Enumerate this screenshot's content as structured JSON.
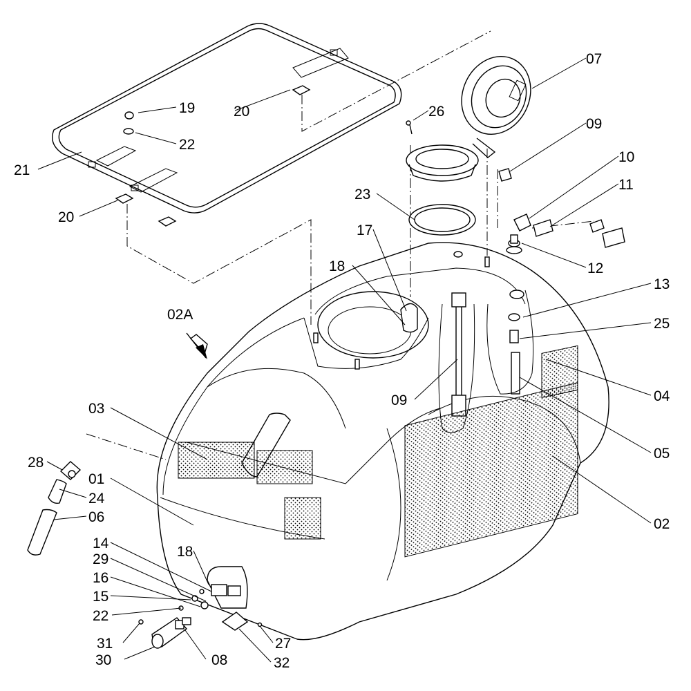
{
  "labels": {
    "l19": "19",
    "l20a": "20",
    "l22a": "22",
    "l21": "21",
    "l20b": "20",
    "l07": "07",
    "l26": "26",
    "l09a": "09",
    "l10": "10",
    "l11": "11",
    "l23": "23",
    "l17": "17",
    "l12": "12",
    "l18a": "18",
    "l13": "13",
    "l25": "25",
    "l02a": "02A",
    "l09b": "09",
    "l04": "04",
    "l03": "03",
    "l05": "05",
    "l28": "28",
    "l01": "01",
    "l24": "24",
    "l06": "06",
    "l02": "02",
    "l14": "14",
    "l18b": "18",
    "l29": "29",
    "l16": "16",
    "l15": "15",
    "l22b": "22",
    "l31": "31",
    "l27": "27",
    "l30": "30",
    "l08": "08",
    "l32": "32"
  }
}
